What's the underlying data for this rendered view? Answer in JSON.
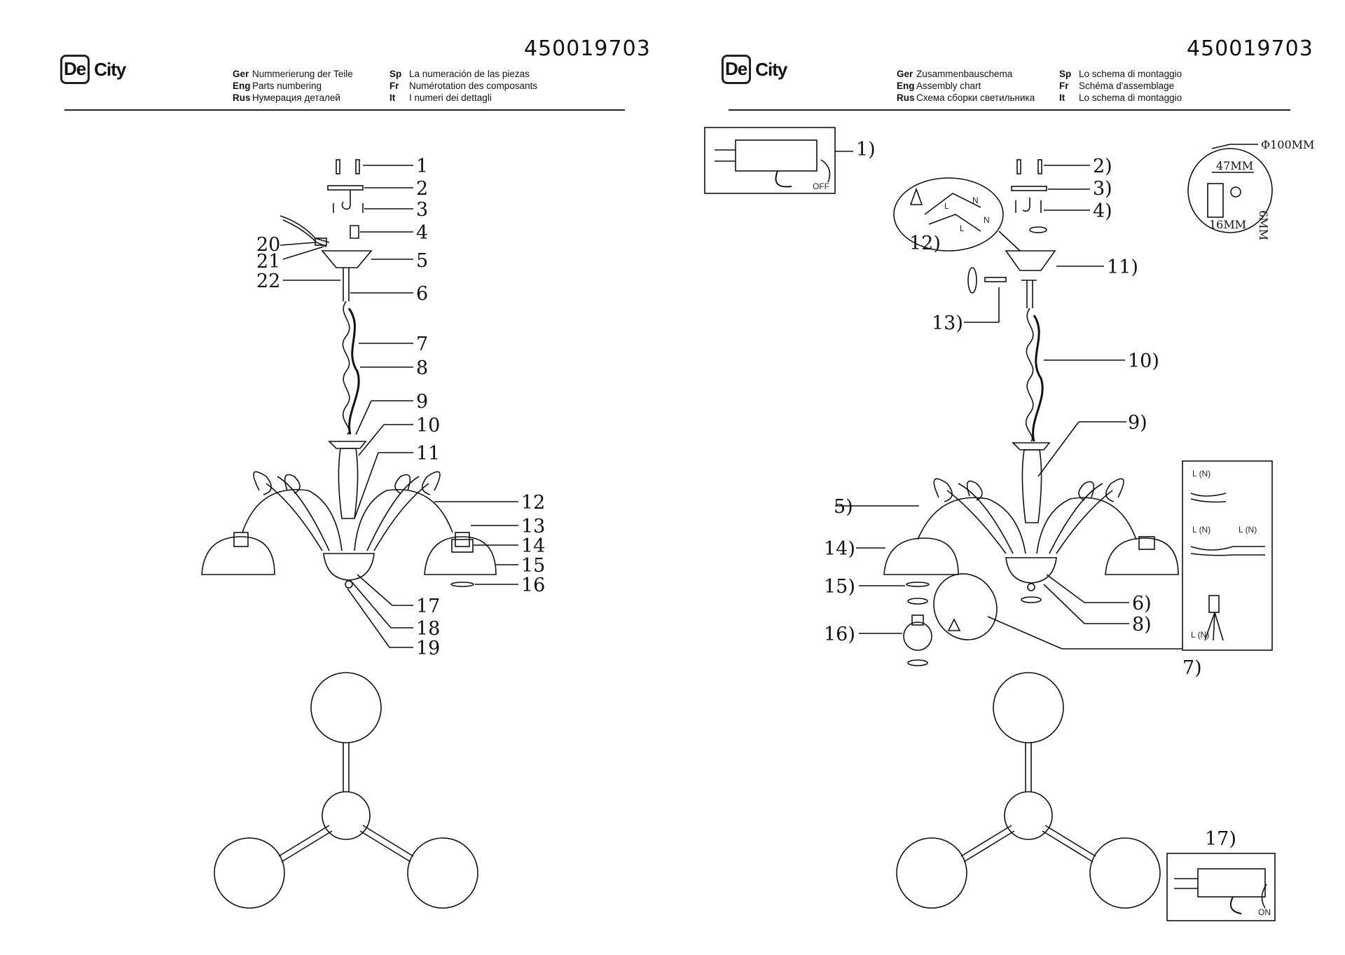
{
  "document_number": "450019703",
  "logo": {
    "boxed": "De",
    "rest": "City"
  },
  "left_header": {
    "rows_col1": [
      {
        "code": "Ger",
        "text": "Nummerierung der Teile"
      },
      {
        "code": "Eng",
        "text": "Parts numbering"
      },
      {
        "code": "Rus",
        "text": "Нумерация деталей"
      }
    ],
    "rows_col2": [
      {
        "code": "Sp",
        "text": "La numeración de las piezas"
      },
      {
        "code": "Fr",
        "text": "Numérotation des composants"
      },
      {
        "code": "It",
        "text": "I numeri dei dettagli"
      }
    ]
  },
  "right_header": {
    "rows_col1": [
      {
        "code": "Ger",
        "text": "Zusammenbauschema"
      },
      {
        "code": "Eng",
        "text": "Assembly chart"
      },
      {
        "code": "Rus",
        "text": "Схема сборки светильника"
      }
    ],
    "rows_col2": [
      {
        "code": "Sp",
        "text": "Lo schema di montaggio"
      },
      {
        "code": "Fr",
        "text": "Schéma d'assemblage"
      },
      {
        "code": "It",
        "text": "Lo schema di montaggio"
      }
    ]
  },
  "left_labels": [
    "1",
    "2",
    "3",
    "4",
    "5",
    "6",
    "7",
    "8",
    "9",
    "10",
    "11",
    "12",
    "13",
    "14",
    "15",
    "16",
    "17",
    "18",
    "19",
    "20",
    "21",
    "22"
  ],
  "right_labels": [
    "1)",
    "2)",
    "3)",
    "4)",
    "5)",
    "6)",
    "7)",
    "8)",
    "9)",
    "10)",
    "11)",
    "12)",
    "13)",
    "14)",
    "15)",
    "16)",
    "17)"
  ],
  "dimensions": {
    "diameter": "Φ100MM",
    "width": "47MM",
    "bottom": "16MM",
    "side": "6MM"
  },
  "switch_off_label": "OFF",
  "switch_on_label": "ON",
  "wire_labels": [
    "L (N)",
    "L (N)",
    "L (N)",
    "L (N)"
  ],
  "wiring_letters": [
    "L",
    "N",
    "L",
    "N"
  ]
}
